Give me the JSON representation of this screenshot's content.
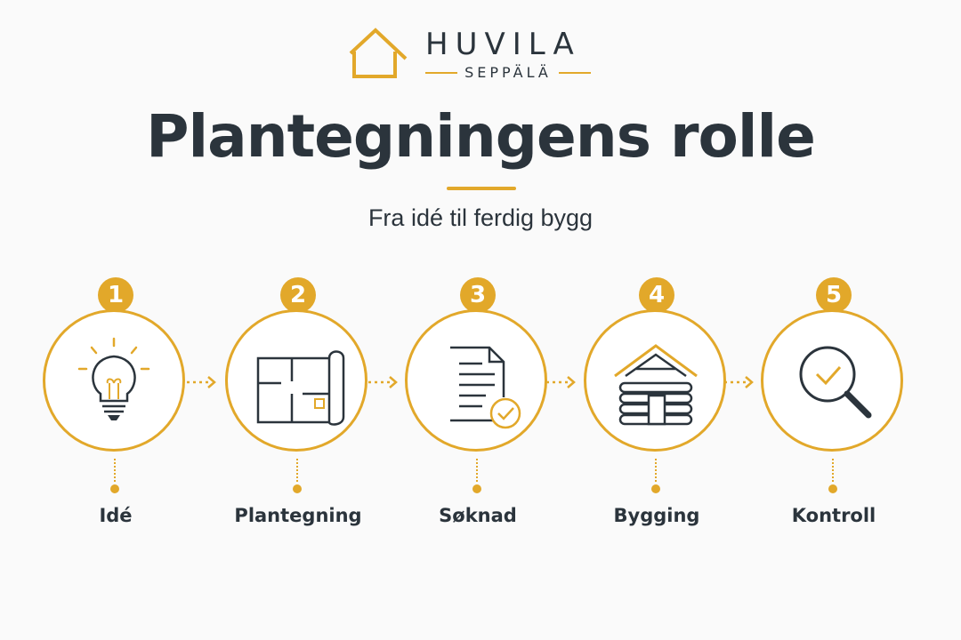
{
  "brand": {
    "name": "HUVILA",
    "sub": "SEPPÄLÄ"
  },
  "title": "Plantegningens rolle",
  "subtitle": "Fra idé til ferdig bygg",
  "colors": {
    "accent": "#e2a82a",
    "text": "#2b343c",
    "background": "#fafafa"
  },
  "steps": [
    {
      "number": "1",
      "label": "Idé",
      "icon": "lightbulb-icon"
    },
    {
      "number": "2",
      "label": "Plantegning",
      "icon": "floor-plan-icon"
    },
    {
      "number": "3",
      "label": "Søknad",
      "icon": "document-check-icon"
    },
    {
      "number": "4",
      "label": "Bygging",
      "icon": "log-cabin-icon"
    },
    {
      "number": "5",
      "label": "Kontroll",
      "icon": "magnifier-check-icon"
    }
  ]
}
